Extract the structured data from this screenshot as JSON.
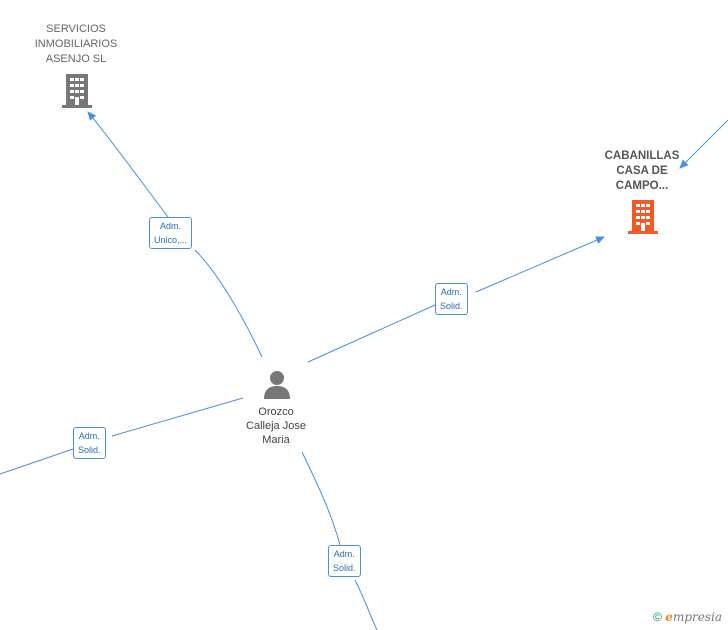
{
  "nodes": {
    "company_1": {
      "lines": [
        "SERVICIOS",
        "INMOBILIARIOS",
        "ASENJO  SL"
      ],
      "icon": "building-icon",
      "color": "#777777"
    },
    "company_2": {
      "lines": [
        "CABANILLAS",
        "CASA DE",
        "CAMPO..."
      ],
      "icon": "building-icon",
      "color": "#f05a28"
    },
    "person": {
      "lines": [
        "Orozco",
        "Calleja Jose",
        "Maria"
      ],
      "icon": "person-icon",
      "color": "#777777"
    }
  },
  "edges": [
    {
      "line1": "Adm.",
      "line2": "Unico,..."
    },
    {
      "line1": "Adm.",
      "line2": "Solid."
    },
    {
      "line1": "Adm.",
      "line2": "Solid."
    },
    {
      "line1": "Adm.",
      "line2": "Solid."
    }
  ],
  "watermark": {
    "copyright": "©",
    "brand_initial": "e",
    "brand_rest": "mpresia"
  },
  "colors": {
    "edge": "#4a90d9"
  }
}
